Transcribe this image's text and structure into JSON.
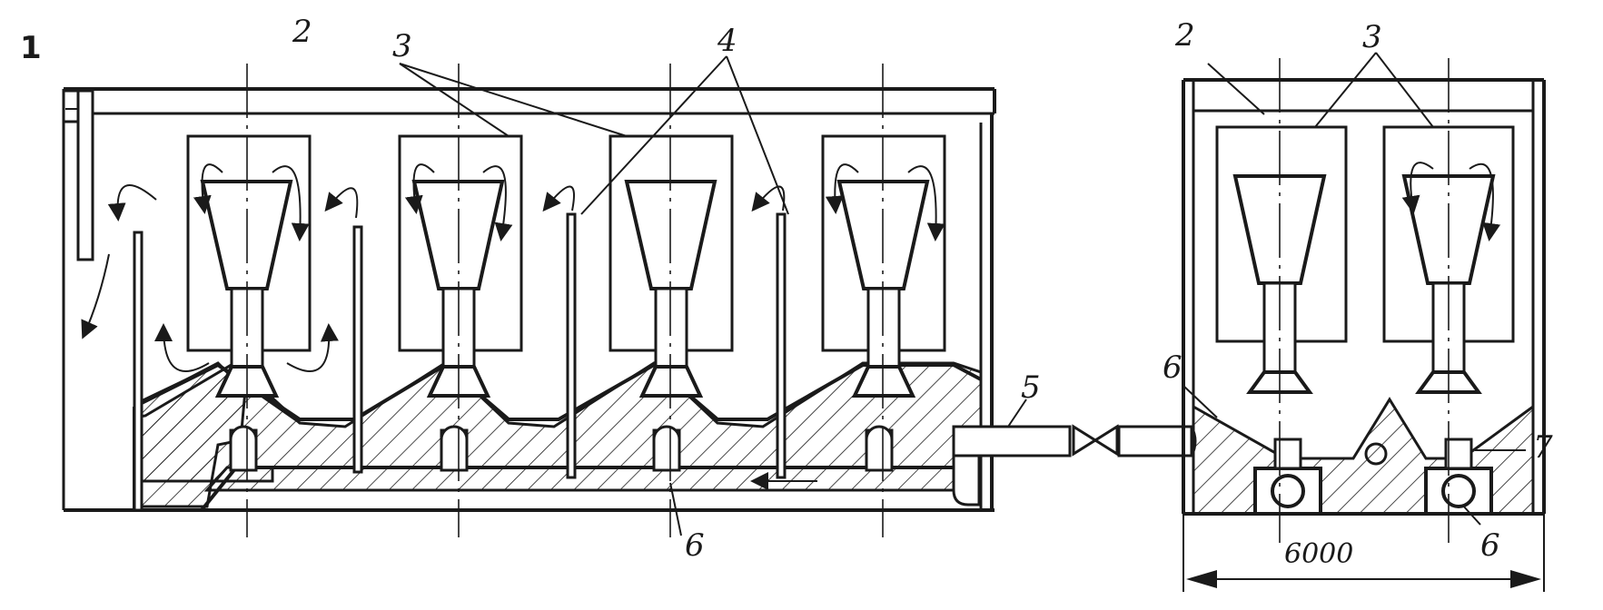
{
  "labels": {
    "l1": "1",
    "l2a": "2",
    "l2b": "2",
    "l3a": "3",
    "l3b": "3",
    "l4": "4",
    "l5": "5",
    "l6a": "6",
    "l6b": "6",
    "l6c": "6",
    "l7": "7"
  },
  "dimension": {
    "width_text": "6000"
  },
  "colors": {
    "ink": "#1a1a1a",
    "background": "#ffffff"
  }
}
